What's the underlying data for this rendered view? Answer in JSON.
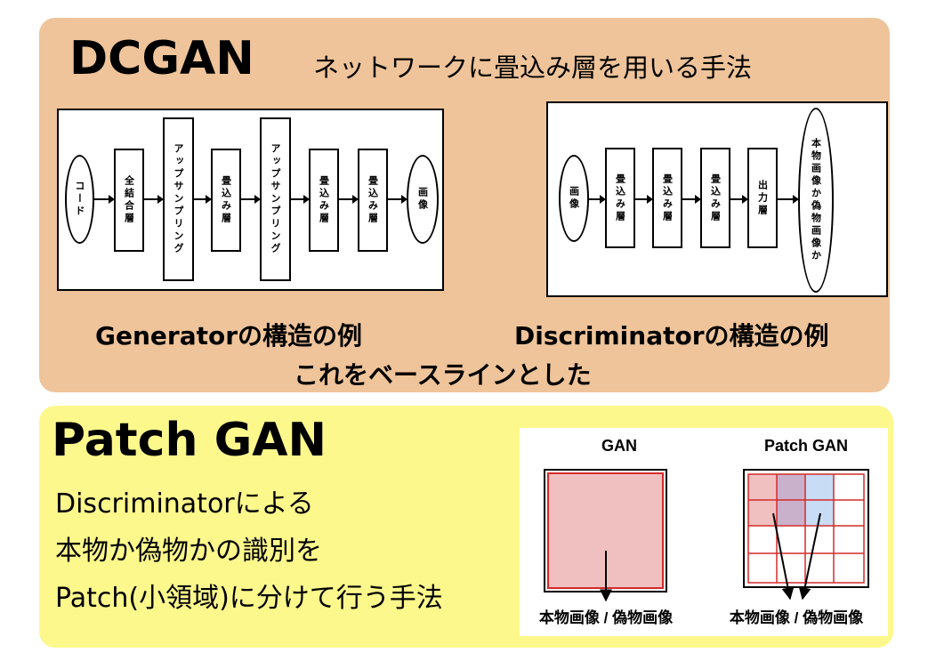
{
  "dcgan": {
    "title": "DCGAN",
    "subtitle": "ネットワークに畳込み層を用いる手法",
    "generator": {
      "nodes": [
        "コード",
        "全結合層",
        "アップサンプリング",
        "畳込み層",
        "アップサンプリング",
        "畳込み層",
        "畳込み層",
        "画像"
      ],
      "caption": "Generatorの構造の例"
    },
    "discriminator": {
      "nodes": [
        "画像",
        "畳込み層",
        "畳込み層",
        "畳込み層",
        "出力層",
        "本物画像か偽物画像か"
      ],
      "caption": "Discriminatorの構造の例"
    },
    "baseline": "これをベースラインとした"
  },
  "patchgan": {
    "title": "Patch GAN",
    "description": [
      "Discriminatorによる",
      "本物か偽物かの識別を",
      "Patch(小領域)に分けて行う手法"
    ],
    "figure": {
      "gan_label": "GAN",
      "patch_label": "Patch GAN",
      "gan_output": "本物画像 / 偽物画像",
      "patch_output": "本物画像 / 偽物画像"
    }
  },
  "colors": {
    "dcgan_panel": "#efc49a",
    "patch_panel": "#fdf88c",
    "patch_fill": "#f0c0c0",
    "patch_overlap": "#c9b1cc",
    "patch_blue": "#c9dcf5",
    "grid_line": "#d42a2a"
  }
}
